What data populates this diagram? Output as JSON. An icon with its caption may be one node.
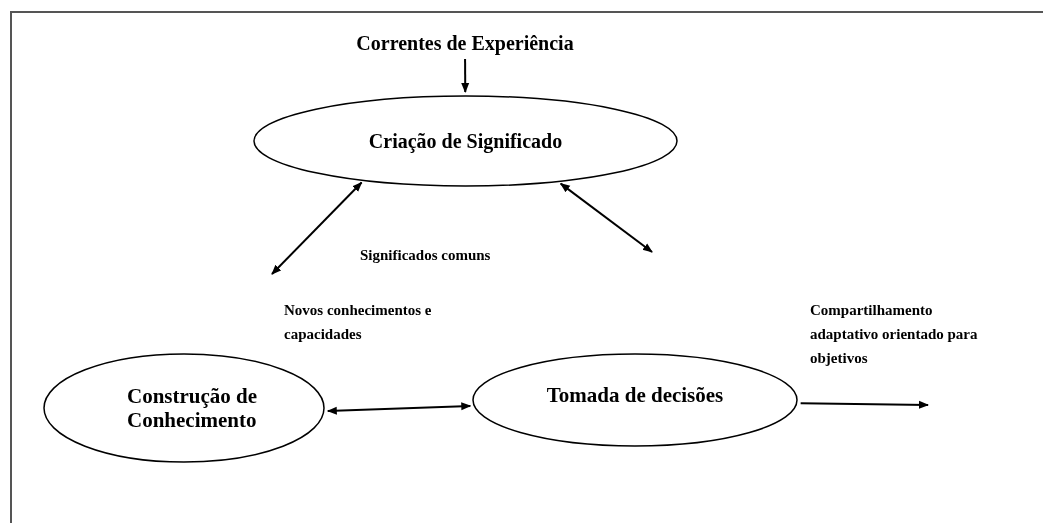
{
  "diagram": {
    "nodes": [
      {
        "text": [
          "Correntes de Experiência"
        ]
      },
      {
        "text": [
          "Criação de Significado"
        ]
      },
      {
        "text": [
          "Construção de Conhecimento"
        ]
      },
      {
        "text": [
          "Tomada de decisões"
        ]
      }
    ],
    "edges": [
      {
        "from": 0,
        "to": 1,
        "arrow": "to"
      },
      {
        "from": null,
        "to": 1,
        "arrow": "both"
      },
      {
        "from": 1,
        "to": null,
        "arrow": "both"
      },
      {
        "from": 2,
        "to": 3,
        "arrow": "both"
      },
      {
        "from": 3,
        "to": null,
        "arrow": "to"
      }
    ],
    "labels": [
      "Significados comuns",
      "Novos conhecimentos e capacidades",
      "Compartilhamento adaptativo orientado para objetivos"
    ]
  }
}
